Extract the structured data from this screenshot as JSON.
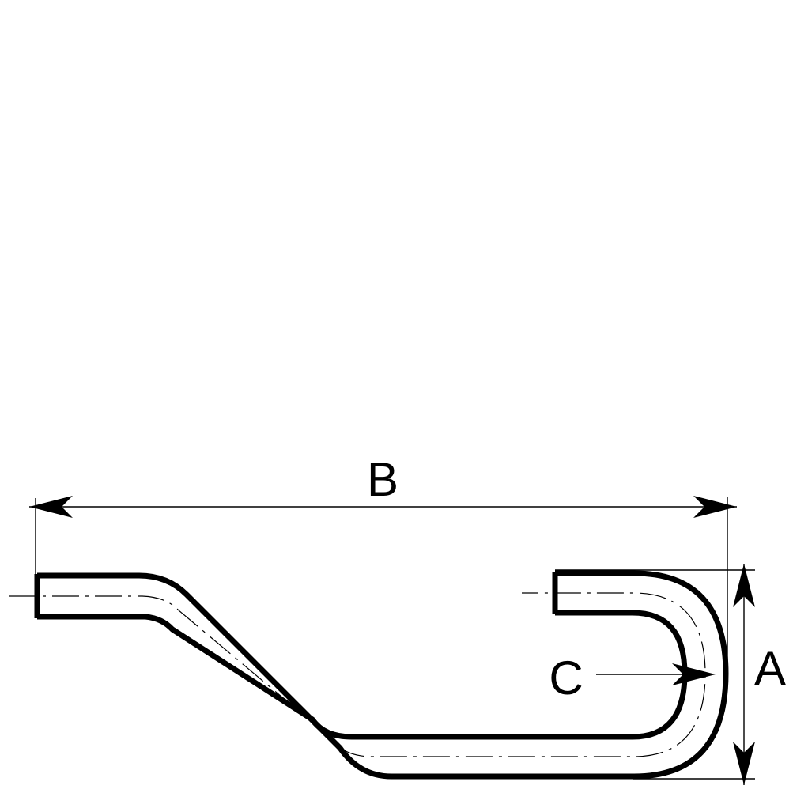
{
  "labels": {
    "length": "B",
    "height": "A",
    "radius": "C"
  },
  "colors": {
    "line": "#000000",
    "background": "#ffffff"
  }
}
